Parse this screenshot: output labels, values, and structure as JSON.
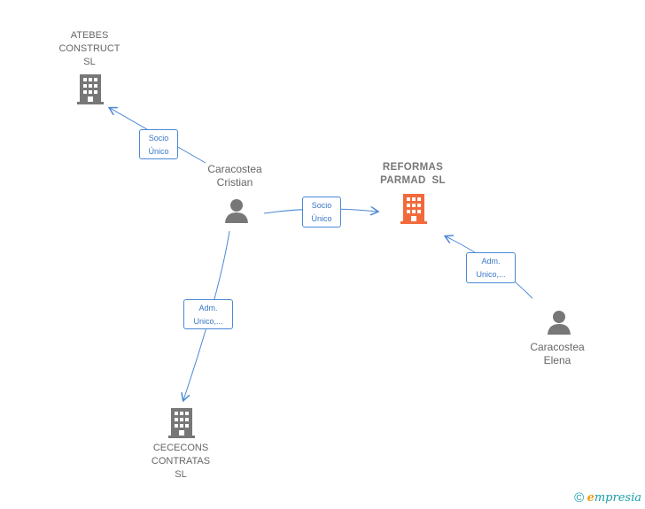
{
  "colors": {
    "edge": "#4a88d6",
    "company": "#777777",
    "focus_company": "#f26a3b",
    "person": "#777777"
  },
  "nodes": {
    "atebes": {
      "lines": [
        "ATEBES",
        "CONSTRUCT",
        "SL"
      ],
      "icon": "building-icon"
    },
    "reformas": {
      "lines": [
        "REFORMAS",
        "PARMAD  SL"
      ],
      "icon": "building-icon"
    },
    "cececons": {
      "lines": [
        "CECECONS",
        "CONTRATAS",
        "SL"
      ],
      "icon": "building-icon"
    },
    "cristian": {
      "lines": [
        "Caracostea",
        "Cristian"
      ],
      "icon": "person-icon"
    },
    "elena": {
      "lines": [
        "Caracostea",
        "Elena"
      ],
      "icon": "person-icon"
    }
  },
  "edges": {
    "cristian_atebes": [
      "Socio",
      "Único"
    ],
    "cristian_reformas": [
      "Socio",
      "Único"
    ],
    "cristian_cececons": [
      "Adm.",
      "Unico,..."
    ],
    "elena_reformas": [
      "Adm.",
      "Unico,..."
    ]
  },
  "footer": {
    "copyright": "©",
    "brand_first": "e",
    "brand_rest": "mpresia"
  }
}
